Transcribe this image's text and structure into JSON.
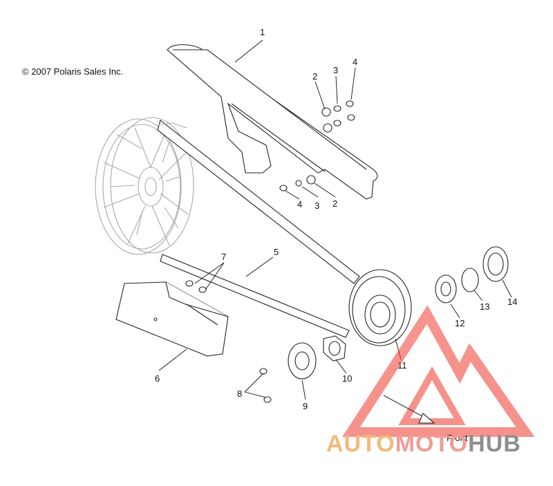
{
  "copyright": "© 2007 Polaris Sales Inc.",
  "direction_label": "Front",
  "watermark": {
    "part1": "AUTO",
    "part2": "MOTO",
    "part3": "HUB",
    "color_part1": "#f5b87a",
    "color_part2": "#f39a94",
    "color_part3": "#8e8e8e",
    "logo_color": "#ee3a2f"
  },
  "callouts": {
    "c1": "1",
    "c2a": "2",
    "c3a": "3",
    "c4a": "4",
    "c4b": "4",
    "c3b": "3",
    "c2b": "2",
    "c5": "5",
    "c6": "6",
    "c7": "7",
    "c8": "8",
    "c9": "9",
    "c10": "10",
    "c11": "11",
    "c12": "12",
    "c13": "13",
    "c14": "14"
  }
}
